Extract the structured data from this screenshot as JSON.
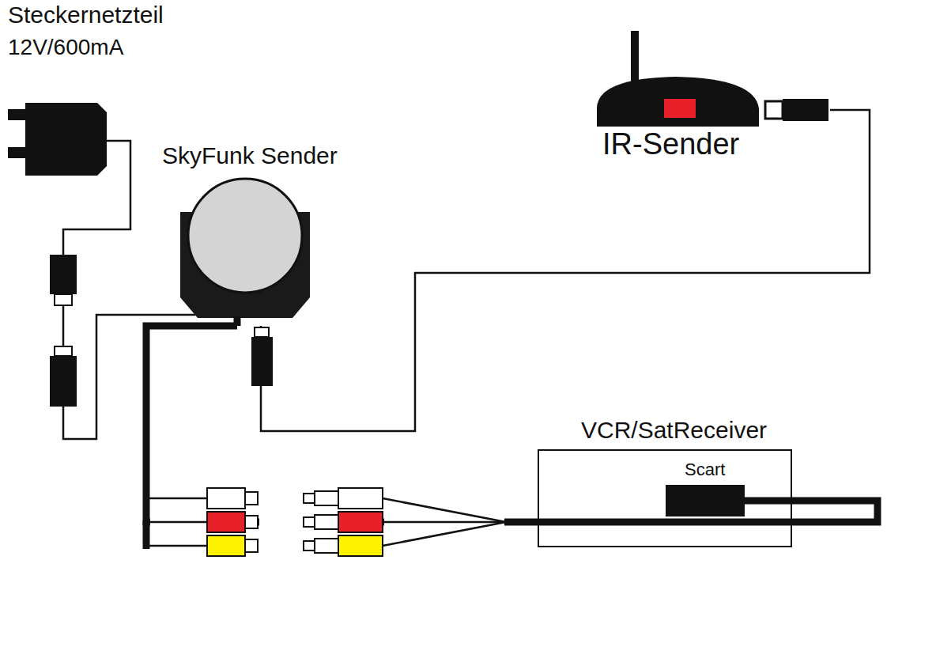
{
  "diagram": {
    "nodes": [
      {
        "text": [
          "Steckernetzteil",
          "12V/600mA"
        ]
      },
      {
        "text": [
          "SkyFunk Sender"
        ]
      },
      {
        "text": [
          "IR-Sender"
        ]
      },
      {
        "text": [
          "VCR/SatReceiver"
        ]
      },
      {
        "text": [
          "Scart"
        ],
        "in": 3
      }
    ],
    "edges": [
      {
        "from": 0,
        "to": 1,
        "arrow": "none"
      },
      {
        "from": 2,
        "to": 1,
        "arrow": "none"
      },
      {
        "from": 1,
        "to": 4,
        "arrow": "none"
      }
    ]
  }
}
